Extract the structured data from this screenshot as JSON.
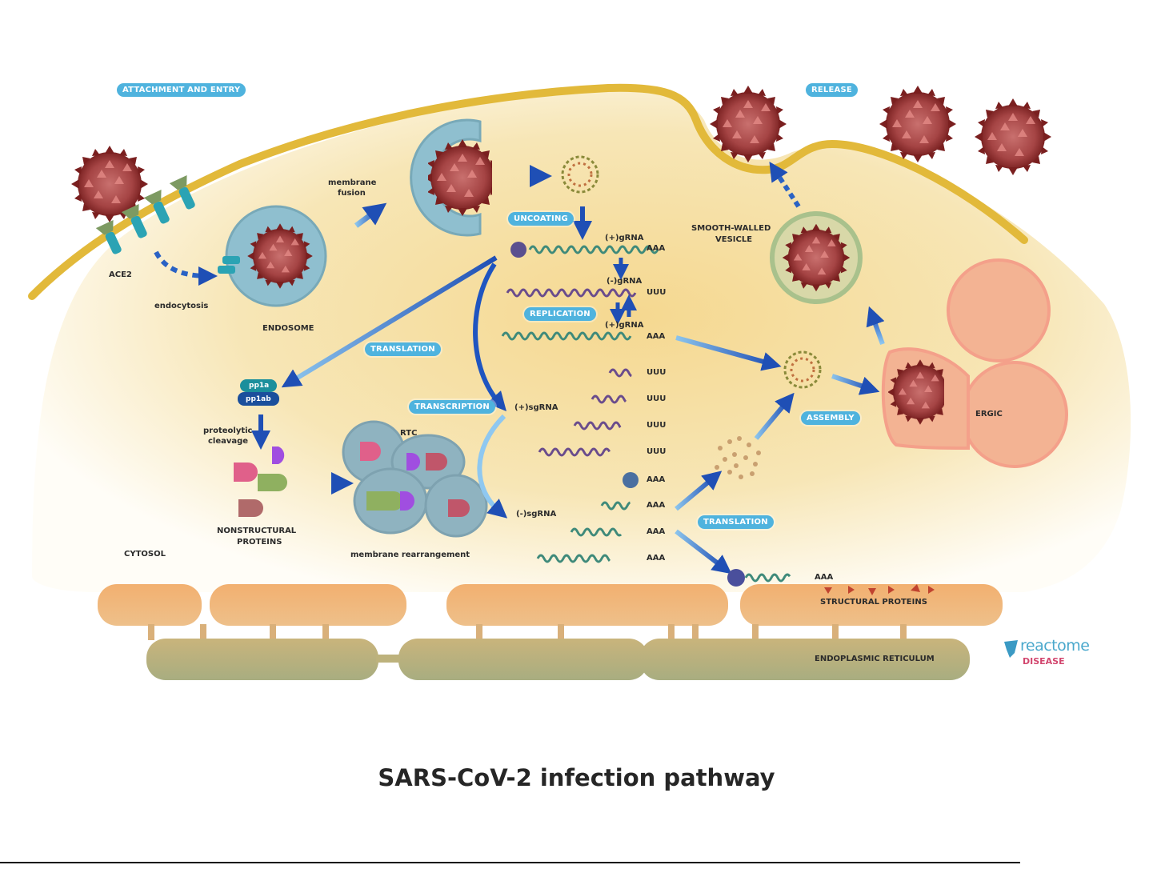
{
  "caption": "SARS-CoV-2 infection pathway",
  "stages": {
    "attachment": "ATTACHMENT AND ENTRY",
    "release": "RELEASE",
    "uncoating": "UNCOATING",
    "replication": "REPLICATION",
    "translation_1": "TRANSLATION",
    "transcription": "TRANSCRIPTION",
    "assembly": "ASSEMBLY",
    "translation_2": "TRANSLATION"
  },
  "labels": {
    "ace2": "ACE2",
    "endocytosis": "endocytosis",
    "endosome": "ENDOSOME",
    "membrane_fusion_1": "membrane",
    "membrane_fusion_2": "fusion",
    "smooth_walled_1": "SMOOTH-WALLED",
    "smooth_walled_2": "VESICLE",
    "ergic": "ERGIC",
    "pp1a": "pp1a",
    "pp1ab": "pp1ab",
    "proteolytic_1": "proteolytic",
    "proteolytic_2": "cleavage",
    "rtc": "RTC",
    "nonstructural_1": "NONSTRUCTURAL",
    "nonstructural_2": "PROTEINS",
    "membrane_rearrangement": "membrane rearrangement",
    "cytosol": "CYTOSOL",
    "structural_proteins": "STRUCTURAL PROTEINS",
    "er": "ENDOPLASMIC RETICULUM"
  },
  "rna": {
    "pos_grna_1": "(+)gRNA",
    "neg_grna": "(-)gRNA",
    "pos_grna_2": "(+)gRNA",
    "pos_sgrna": "(+)sgRNA",
    "neg_sgrna": "(-)sgRNA",
    "aaa": "AAA",
    "uuu": "UUU"
  },
  "logo": {
    "word": "reactome",
    "sub": "DISEASE"
  },
  "colors": {
    "membrane": "#e2b93a",
    "cytosol": "#f6dfa3",
    "vesicle_blue": "#8fbfcf",
    "vesicle_green": "#a9c18c",
    "ergic": "#f4a98c",
    "er_top": "#f2b77a",
    "er_bottom": "#b7b07b",
    "virus": "#9c3a3a",
    "arrow": "#2a62c4",
    "pill": "#4fb3de"
  }
}
